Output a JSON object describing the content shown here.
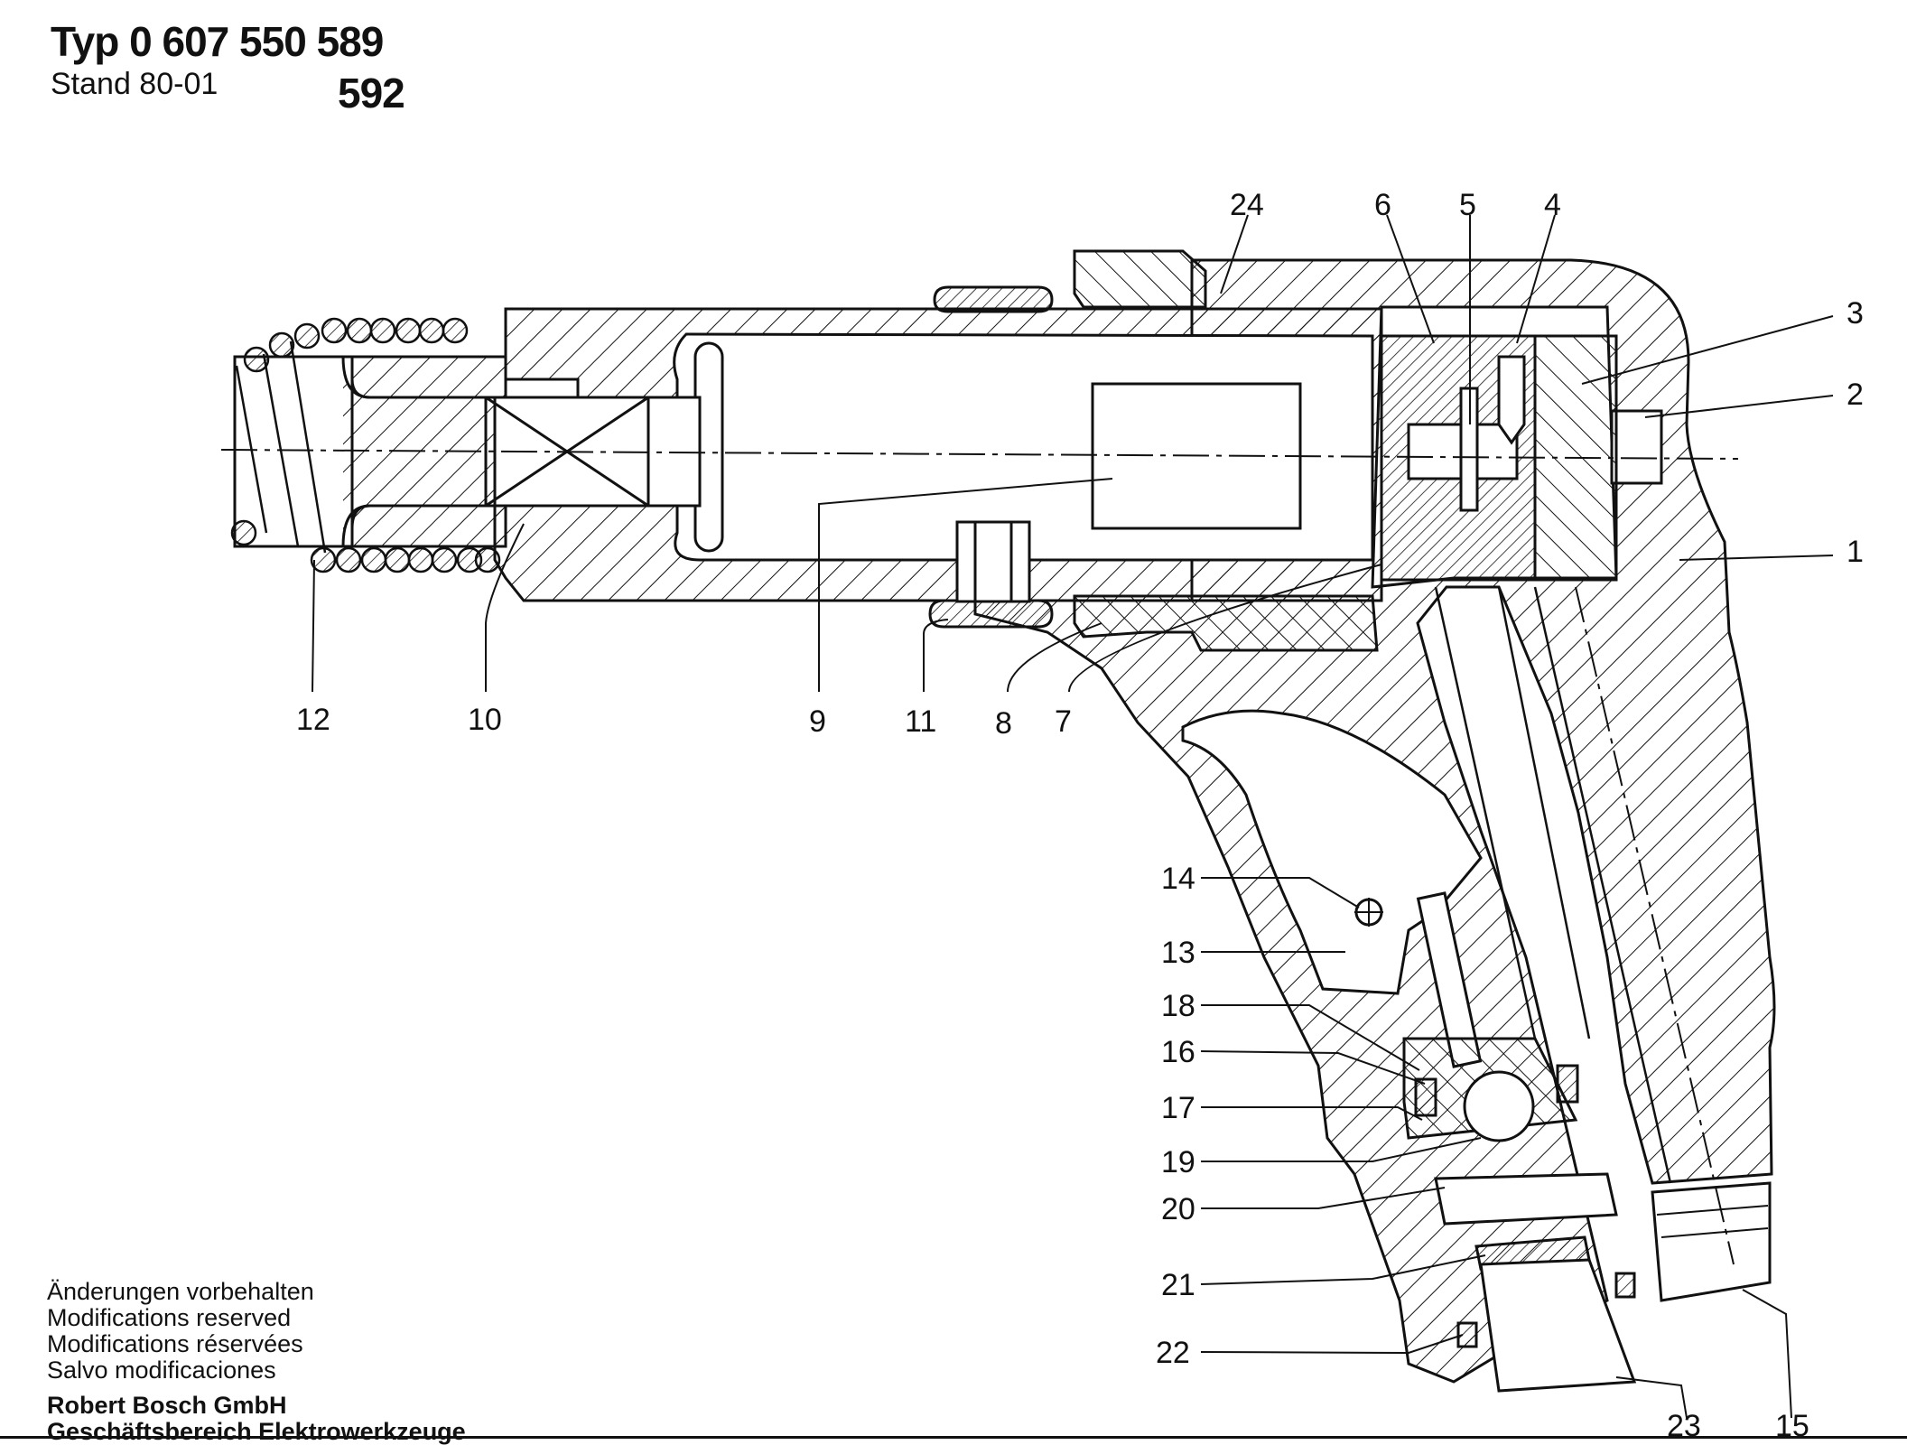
{
  "header": {
    "type_label": "Typ 0 607 550 589",
    "stand": "Stand 80-01",
    "variant": "592"
  },
  "diagram": {
    "part_labels": [
      "1",
      "2",
      "3",
      "4",
      "5",
      "6",
      "7",
      "8",
      "9",
      "10",
      "11",
      "12",
      "13",
      "14",
      "15",
      "16",
      "17",
      "18",
      "19",
      "20",
      "21",
      "22",
      "23",
      "24"
    ]
  },
  "footer": {
    "notes": [
      "Änderungen vorbehalten",
      "Modifications reserved",
      "Modifications réservées",
      "Salvo modificaciones"
    ],
    "company": "Robert Bosch GmbH",
    "division": "Geschäftsbereich Elektrowerkzeuge"
  }
}
